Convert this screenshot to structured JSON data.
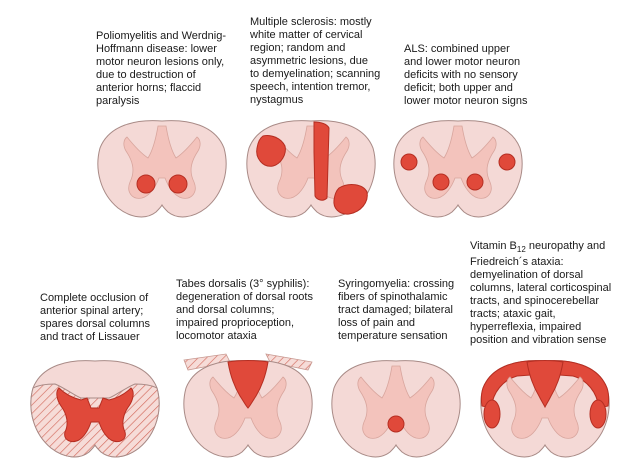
{
  "captions": {
    "polio": "Poliomyelitis and Werdnig-\nHoffmann disease: lower\nmotor neuron lesions only,\ndue to destruction of\nanterior horns; flaccid\nparalysis",
    "ms": "Multiple sclerosis: mostly\nwhite matter of cervical\nregion; random and\nasymmetric lesions, due\nto demyelination; scanning\nspeech, intention tremor,\nnystagmus",
    "als": "ALS: combined upper\nand lower motor neuron\ndeficits with no sensory\ndeficit; both upper and\nlower motor neuron signs",
    "asa": "Complete occlusion of\nanterior spinal artery;\nspares dorsal columns\nand tract of Lissauer",
    "tabes": "Tabes dorsalis (3° syphilis):\ndegeneration of dorsal roots\nand dorsal columns;\nimpaired proprioception,\nlocomotor ataxia",
    "syringo": "Syringomyelia: crossing\nfibers of spinothalamic\ntract damaged; bilateral\nloss of pain and\ntemperature sensation",
    "b12_head": "Vitamin B",
    "b12_sub": "12",
    "b12_tail": " neuropathy and",
    "b12_body": "Friedreich´s ataxia:\ndemyelination of dorsal\ncolumns, lateral corticospinal\ntracts, and spinocerebellar\ntracts; ataxic gait,\nhyperreflexia, impaired\nposition and vibration sense"
  },
  "colors": {
    "white_matter": "#f4d9d6",
    "gray_matter": "#f3c3bc",
    "outline": "#a88a86",
    "lesion": "#e0493a",
    "lesion_edge": "#b52e22"
  }
}
